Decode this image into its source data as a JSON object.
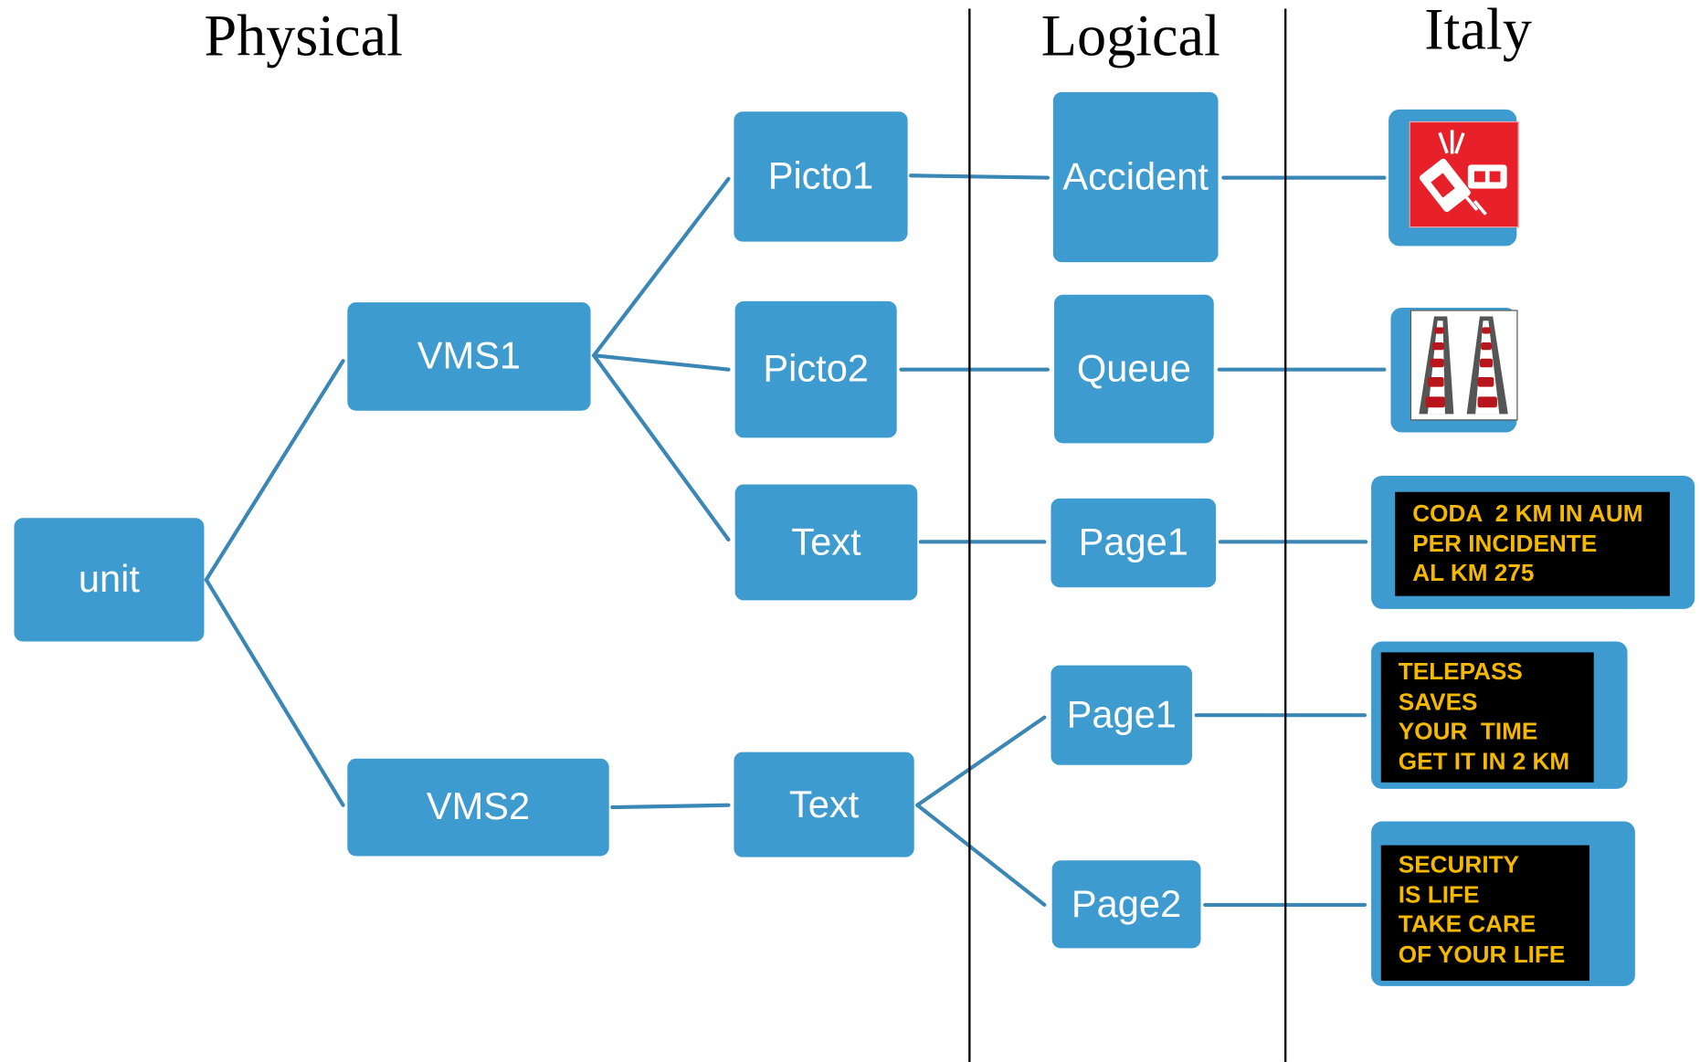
{
  "columns": {
    "physical": "Physical",
    "logical": "Logical",
    "italy": "Italy"
  },
  "colors": {
    "node_fill": "#3d9bd0",
    "node_text": "#ffffff",
    "connector": "#3a87b5",
    "sign_background": "#000000",
    "sign_text": "#f5b800",
    "pictogram_red": "#e8202a"
  },
  "physical": {
    "unit": "unit",
    "vms1": "VMS1",
    "vms2": "VMS2",
    "picto1": "Picto1",
    "picto2": "Picto2",
    "vms1_text": "Text",
    "vms2_text": "Text"
  },
  "logical": {
    "accident": "Accident",
    "queue": "Queue",
    "vms1_page1": "Page1",
    "vms2_page1": "Page1",
    "vms2_page2": "Page2"
  },
  "italy": {
    "accident_icon": "accident-pictogram-icon",
    "queue_icon": "queue-pictogram-icon",
    "sign1_lines": [
      "CODA  2 KM IN AUM",
      "PER INCIDENTE",
      "AL KM 275"
    ],
    "sign2_lines": [
      "TELEPASS",
      "SAVES",
      "YOUR  TIME",
      "GET IT IN 2 KM"
    ],
    "sign3_lines": [
      "SECURITY",
      "IS LIFE",
      "TAKE CARE",
      "OF YOUR LIFE"
    ]
  }
}
